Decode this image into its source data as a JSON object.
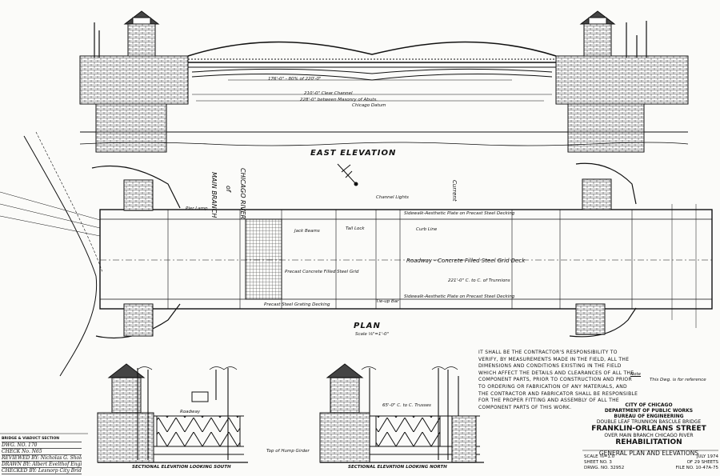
{
  "views": {
    "east_elevation": "EAST ELEVATION",
    "plan": "PLAN",
    "plan_scale": "Scale ⅛\"=1'-0\"",
    "section_south": "SECTIONAL ELEVATION LOOKING SOUTH",
    "section_north": "SECTIONAL ELEVATION LOOKING NORTH"
  },
  "river": {
    "line1": "MAIN BRANCH",
    "line2": "of",
    "line3": "CHICAGO RIVER",
    "current": "Current"
  },
  "elevation_labels": {
    "span": "176'-0\" - 80% of 220'-0\"",
    "clear_channel": "210'-0\" Clear Channel",
    "masonry": "228'-0\" between Masonry of Abuts.",
    "datum": "Chicago Datum"
  },
  "plan_labels": {
    "channel_lights": "Channel Lights",
    "sidewalk_plate": "Sidewalk-Aesthetic Plate on Precast Steel Decking",
    "jack_beams": "Jack Beams",
    "roadway": "Roadway - Concrete Filled Steel Grid Deck",
    "centerline": "221'-0\" C. to C. of Trunnions",
    "sidewalk_plate_2": "Sidewalk-Aesthetic Plate on Precast Steel Decking",
    "precast_concrete": "Precast Concrete Filled Steel Grid",
    "precast_steel": "Precast Steel Grating Decking",
    "pier_lamp": "Pier Lamp",
    "curb_line": "Curb Line",
    "tail_lock": "Tail Lock",
    "tie_up": "Tie-up Bar"
  },
  "general_note": "IT SHALL BE THE CONTRACTOR'S RESPONSIBILITY TO VERIFY, BY MEASUREMENTS MADE IN THE FIELD, ALL THE DIMENSIONS AND CONDITIONS EXISTING IN THE FIELD WHICH AFFECT THE DETAILS AND CLEARANCES OF ALL THE COMPONENT PARTS, PRIOR TO CONSTRUCTION AND PRIOR TO ORDERING OR FABRICATION OF ANY MATERIALS, AND THE CONTRACTOR AND FABRICATOR SHALL BE RESPONSIBLE FOR THE PROPER FITTING AND ASSEMBLY OF ALL THE COMPONENT PARTS OF THIS WORK.",
  "reference_note": {
    "label": "Note",
    "text": "This Dwg. is for reference"
  },
  "title_block": {
    "agency": "CITY OF CHICAGO",
    "department": "DEPARTMENT OF PUBLIC WORKS",
    "bureau": "BUREAU OF ENGINEERING",
    "bridge_type": "DOUBLE LEAF TRUNNION BASCULE BRIDGE",
    "project": "FRANKLIN-ORLEANS  STREET",
    "location": "OVER MAIN BRANCH CHICAGO RIVER",
    "scope": "REHABILITATION",
    "sheet_title": "GENERAL PLAN AND ELEVATIONS",
    "scale": "SCALE ⅛=1.0",
    "date": "JULY 1974",
    "sheet_no": "SHEET NO. 3",
    "of_sheets": "OF 29 SHEETS",
    "drawing_no": "DRWG. NO. 32952",
    "file_no": "FILE NO. 10-47A-75"
  },
  "left_block": {
    "heading": "BRIDGE & VIADUCT SECTION",
    "rows": [
      "DWG. NO. 170",
      "CHECK No.  N65",
      "REVIEWED BY: Nicholas G. Sholes",
      "DRAWN BY: Albert Evelthof   Engineer",
      "CHECKED BY: Lesnorp   City Bridge Engineer"
    ]
  },
  "section_labels": {
    "south_note": "Top of Hump Girder",
    "roadway": "Roadway",
    "north_dim": "65'-0\" C. to C. Trusses"
  }
}
